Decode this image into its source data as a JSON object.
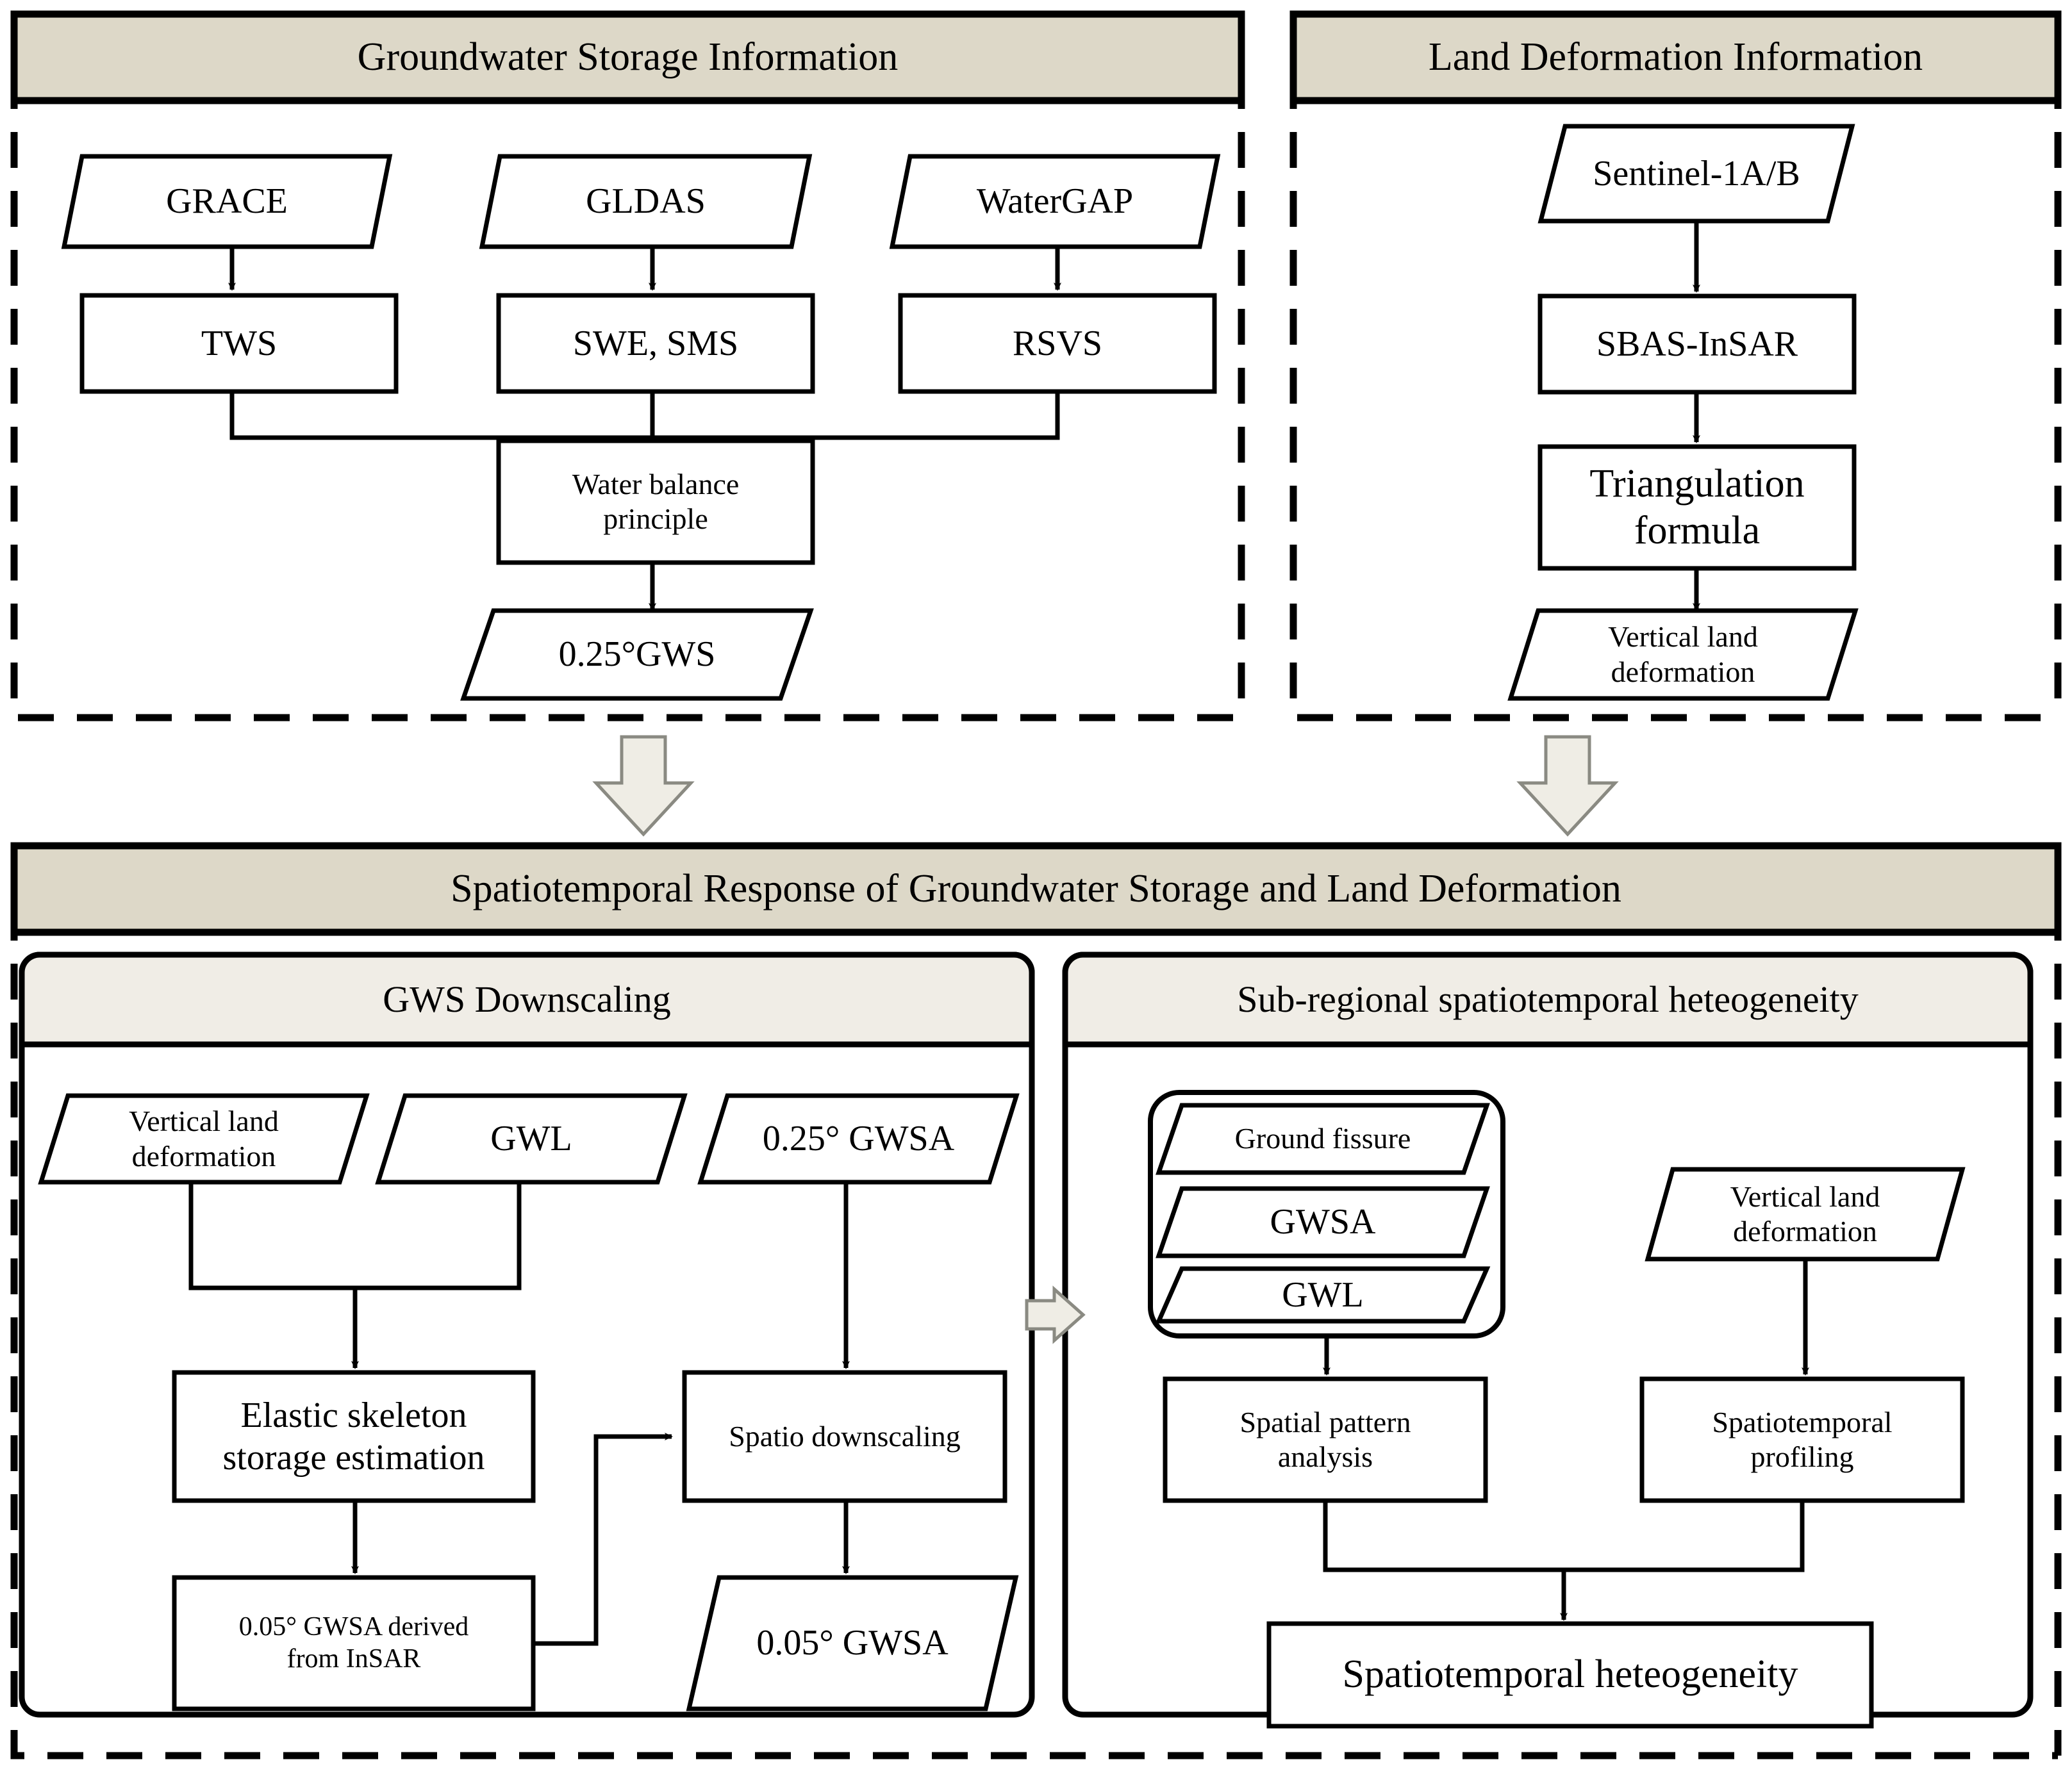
{
  "diagram": {
    "title_bars": {
      "groundwater": "Groundwater Storage Information",
      "land_deformation": "Land Deformation Information",
      "spatiotemporal": "Spatiotemporal Response of Groundwater Storage and Land Deformation"
    },
    "sub_panels": {
      "gws_downscaling": "GWS Downscaling",
      "sub_regional": "Sub-regional spatiotemporal heteogeneity"
    },
    "colors": {
      "header_fill": "#DDD8C8",
      "subpanel_fill": "#F0EDE6",
      "block_arrow_fill": "#EFEDE5",
      "block_arrow_stroke": "#8A8A82",
      "stroke": "#000000",
      "canvas": "#FFFFFF"
    },
    "nodes": {
      "grace": "GRACE",
      "gldas": "GLDAS",
      "watergap": "WaterGAP",
      "tws": "TWS",
      "swe_sms": "SWE, SMS",
      "rsvs": "RSVS",
      "water_balance": "Water balance\nprinciple",
      "gws_025": "0.25°GWS",
      "sentinel": "Sentinel-1A/B",
      "sbas_insar": "SBAS-InSAR",
      "triangulation": "Triangulation\nformula",
      "vertical_land_deformation_top": "Vertical land\ndeformation",
      "vertical_land_deformation_left": "Vertical land\ndeformation",
      "gwl_left": "GWL",
      "gwsa_025": "0.25° GWSA",
      "elastic_skeleton": "Elastic skeleton\nstorage estimation",
      "spatio_downscaling": "Spatio downscaling",
      "gwsa_005_insar": "0.05° GWSA derived\nfrom InSAR",
      "gwsa_005": "0.05° GWSA",
      "ground_fissure": "Ground fissure",
      "gwsa_right": "GWSA",
      "gwl_right": "GWL",
      "vertical_land_deformation_right": "Vertical land\ndeformation",
      "spatial_pattern": "Spatial pattern\nanalysis",
      "spatiotemporal_profiling": "Spatiotemporal\nprofiling",
      "spatiotemporal_heterogeneity": "Spatiotemporal heteogeneity"
    }
  }
}
